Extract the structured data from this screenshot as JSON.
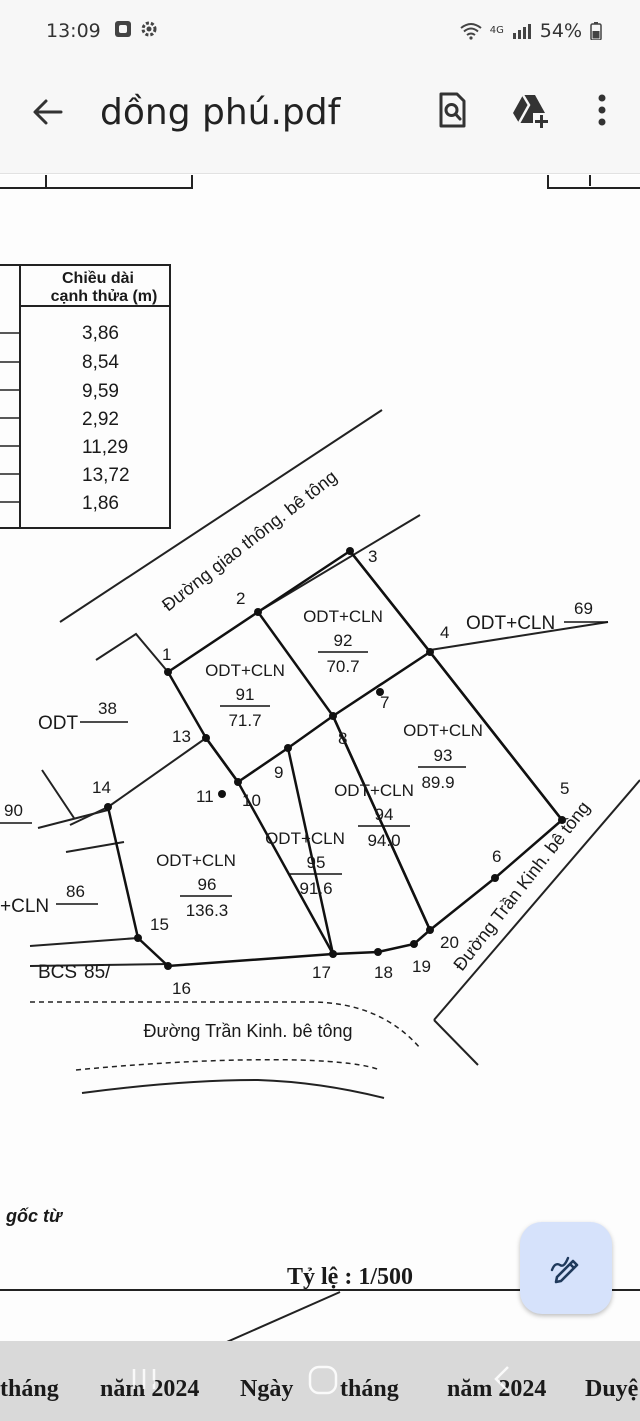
{
  "status_bar": {
    "time": "13:09",
    "network": "4G",
    "battery": "54%",
    "icons": [
      "notification-icon",
      "settings-icon",
      "wifi-icon",
      "signal-icon",
      "battery-icon"
    ]
  },
  "app_bar": {
    "title": "dồng phú.pdf",
    "back_icon": "arrow-left-icon",
    "actions": [
      "search-document-icon",
      "drive-add-icon",
      "more-vert-icon"
    ]
  },
  "document": {
    "table": {
      "header_line1": "Chiều dài",
      "header_line2": "cạnh thửa (m)",
      "rows": [
        "3,86",
        "8,54",
        "9,59",
        "2,92",
        "11,29",
        "13,72",
        "1,86"
      ]
    },
    "roads": {
      "top": "Đường giao thông. bê tông",
      "bottom": "Đường Trần Kinh. bê tông",
      "right": "Đường Trần Kinh. bê tông"
    },
    "parcels": [
      {
        "code": "ODT+CLN",
        "number": "91",
        "area": "71.7"
      },
      {
        "code": "ODT+CLN",
        "number": "92",
        "area": "70.7"
      },
      {
        "code": "ODT+CLN",
        "number": "93",
        "area": "89.9"
      },
      {
        "code": "ODT+CLN",
        "number": "94",
        "area": "94.0"
      },
      {
        "code": "ODT+CLN",
        "number": "95",
        "area": "91.6"
      },
      {
        "code": "ODT+CLN",
        "number": "96",
        "area": "136.3"
      }
    ],
    "neighbors": [
      {
        "code": "ODT",
        "number": "38"
      },
      {
        "code": "ODT+CLN",
        "number": "69"
      },
      {
        "code": "+CLN",
        "number": "86"
      },
      {
        "code": "BCS",
        "number": "85/"
      },
      {
        "code": "",
        "number": "90"
      }
    ],
    "points": [
      "1",
      "2",
      "3",
      "4",
      "5",
      "6",
      "7",
      "8",
      "9",
      "10",
      "11",
      "13",
      "14",
      "15",
      "16",
      "17",
      "18",
      "19",
      "20"
    ],
    "note": "gốc từ",
    "scale": "Tỷ lệ : 1/500"
  },
  "footer_strip": {
    "month1": "tháng",
    "year1": "năm 2024",
    "day": "Ngày",
    "month2": "tháng",
    "year2": "năm 2024",
    "approve": "Duyệ"
  },
  "fab": {
    "icon": "edit-pen-icon"
  },
  "colors": {
    "fab_bg": "#d6e2fb",
    "bar_bg": "#f7f7f7",
    "ink": "#222222"
  }
}
